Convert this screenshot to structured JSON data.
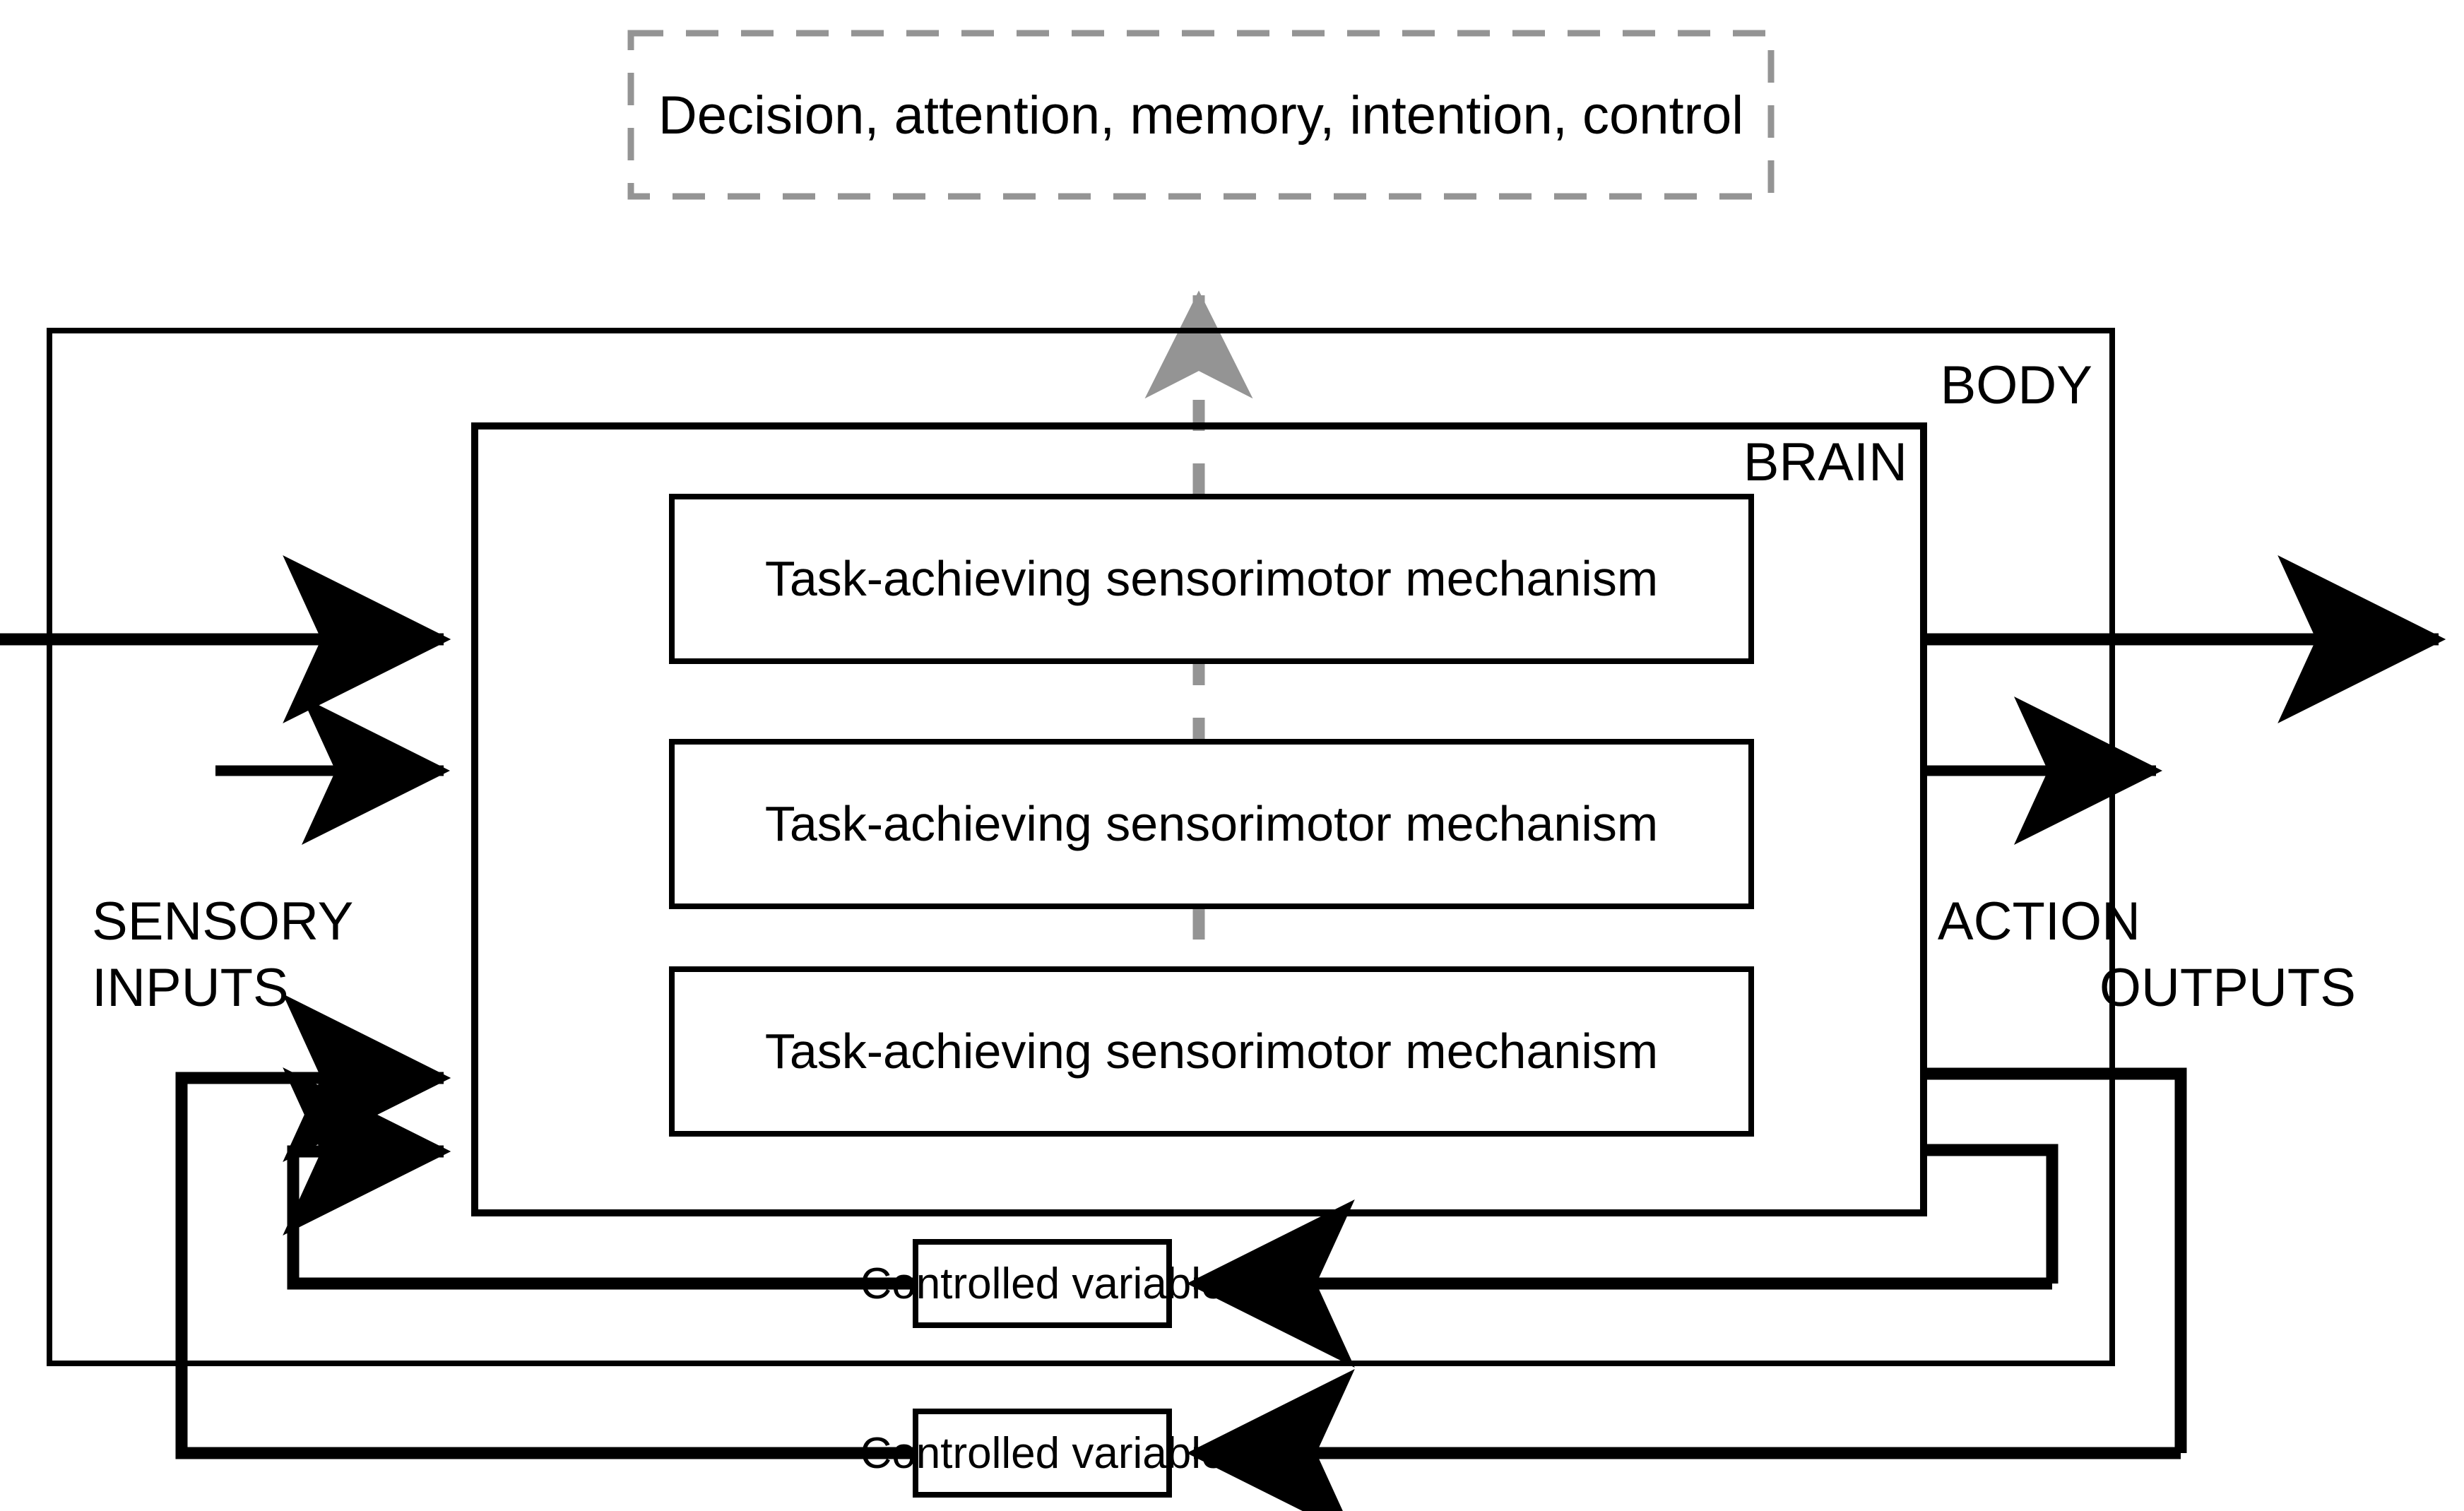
{
  "figure": {
    "title_text": "",
    "colors": {
      "stroke": "#000000",
      "cognitive_dashed": "#949494",
      "background": "#ffffff"
    }
  },
  "cognitive_box": {
    "label": "Decision, attention, memory, intention, control",
    "border_style": "dashed",
    "border_color": "#949494"
  },
  "cognitive_arrow": {
    "name": "cognitive-influence-arrow",
    "direction": "up",
    "style": "dashed",
    "color": "#949494"
  },
  "body_container": {
    "label": "BODY"
  },
  "brain_container": {
    "label": "BRAIN"
  },
  "mechanisms": [
    {
      "label": "Task-achieving sensorimotor mechanism"
    },
    {
      "label": "Task-achieving sensorimotor mechanism"
    },
    {
      "label": "Task-achieving sensorimotor mechanism"
    }
  ],
  "sensory_inputs": {
    "line1": "SENSORY",
    "line2": "INPUTS"
  },
  "action_outputs": {
    "line1": "ACTION",
    "line2": "OUTPUTS"
  },
  "controlled_variables": [
    {
      "label": "Controlled variable"
    },
    {
      "label": "Controlled variable"
    }
  ]
}
